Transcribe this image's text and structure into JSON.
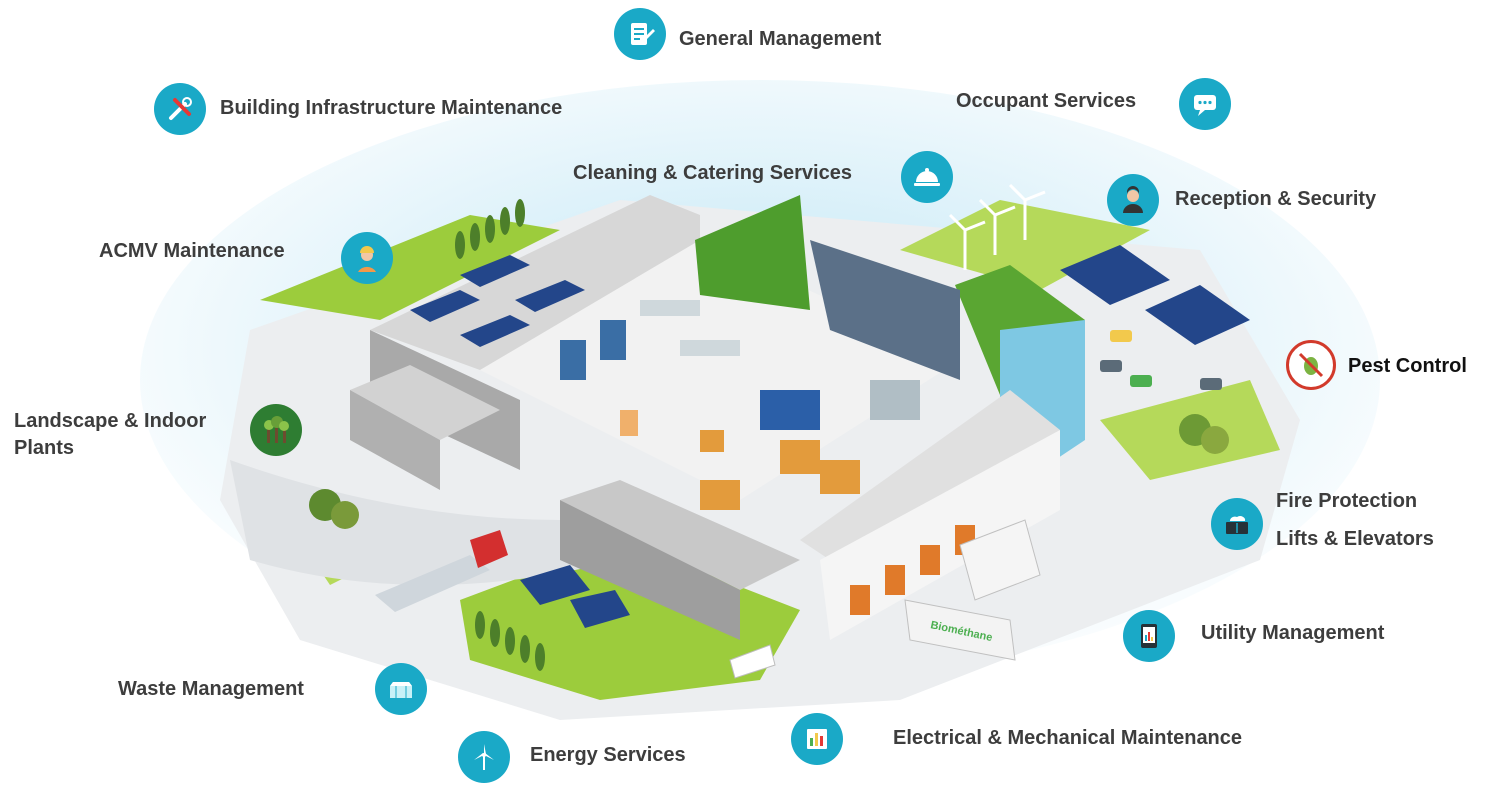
{
  "labels": {
    "general_management": "General Management",
    "building_infrastructure": "Building Infrastructure Maintenance",
    "occupant_services": "Occupant Services",
    "cleaning_catering": "Cleaning & Catering Services",
    "reception_security": "Reception & Security",
    "acmv": "ACMV Maintenance",
    "pest_control": "Pest Control",
    "landscape_line1": "Landscape & Indoor",
    "landscape_line2": "Plants",
    "fire_protection": "Fire Protection",
    "lifts_elevators": "Lifts & Elevators",
    "utility_management": "Utility Management",
    "waste_management": "Waste Management",
    "electrical_mechanical": "Electrical & Mechanical Maintenance",
    "energy_services": "Energy Services"
  },
  "truck_label": "Biométhane",
  "colors": {
    "icon_teal": "#1aa9c7",
    "grass": "#9ccc3c",
    "green_building": "#5aa632",
    "road": "#e4e6e8",
    "building_grey": "#bdbdbd",
    "pest_red": "#d23a2b",
    "text": "#3d3d3d"
  }
}
